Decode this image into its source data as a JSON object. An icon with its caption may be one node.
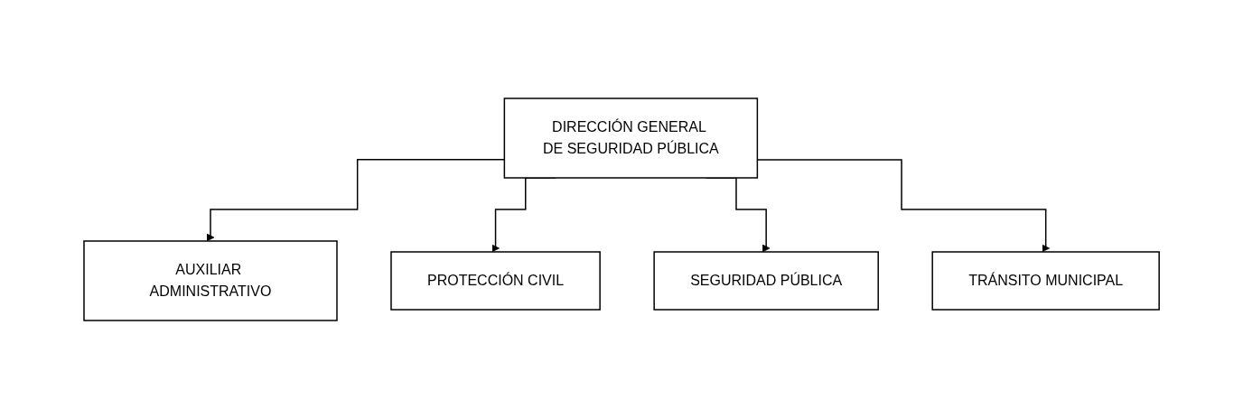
{
  "diagram": {
    "nodes": [
      {
        "text": [
          "DIRECCIÓN GENERAL DE SEGURIDAD PÚBLICA"
        ]
      },
      {
        "text": [
          "AUXILIAR ADMINISTRATIVO"
        ]
      },
      {
        "text": [
          "PROTECCIÓN CIVIL"
        ]
      },
      {
        "text": [
          "SEGURIDAD PÚBLICA"
        ]
      },
      {
        "text": [
          "TRÁNSITO MUNICIPAL"
        ]
      }
    ],
    "edges": [
      {
        "from": 0,
        "to": 1,
        "arrow": "to"
      },
      {
        "from": 0,
        "to": 2,
        "arrow": "to"
      },
      {
        "from": 0,
        "to": 3,
        "arrow": "to"
      },
      {
        "from": 0,
        "to": 4,
        "arrow": "to"
      }
    ]
  }
}
